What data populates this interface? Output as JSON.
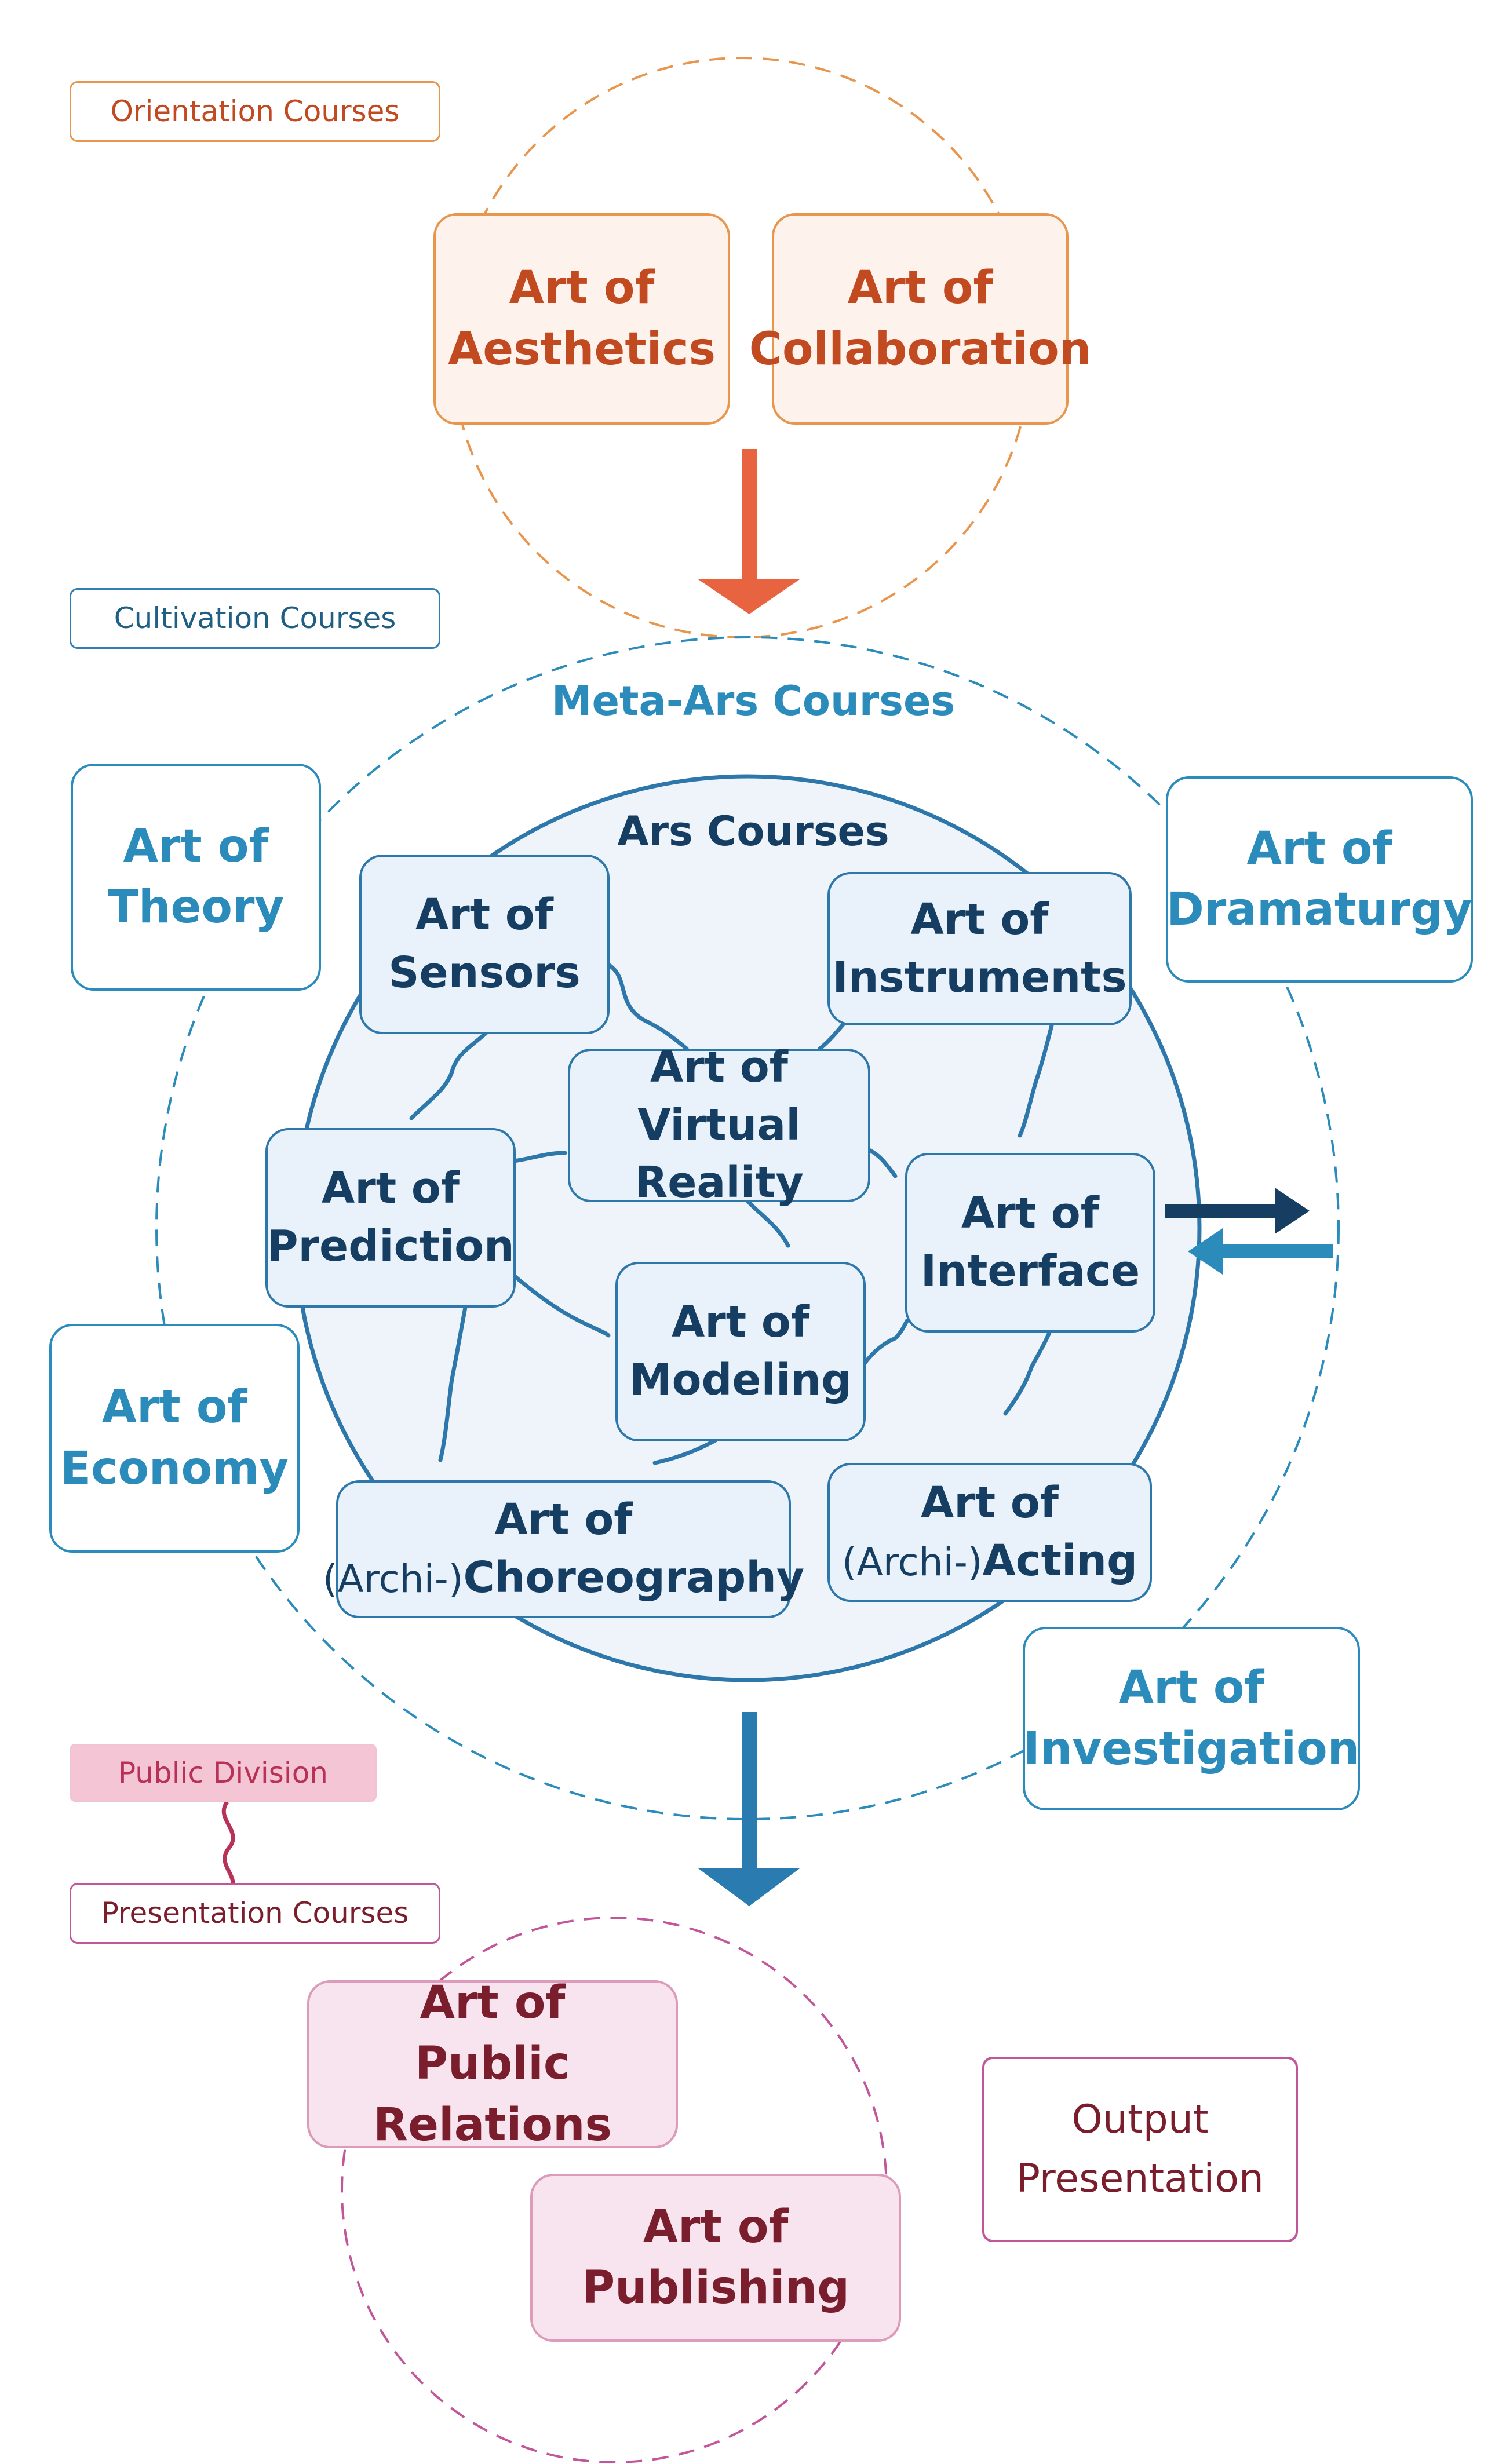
{
  "sections": {
    "orientation": "Orientation Courses",
    "cultivation": "Cultivation Courses",
    "public_division": "Public Division",
    "presentation": "Presentation Courses"
  },
  "circle_titles": {
    "meta_ars": "Meta-Ars Courses",
    "ars": "Ars Courses"
  },
  "orientation_courses": [
    {
      "line1": "Art of",
      "line2": "Aesthetics"
    },
    {
      "line1": "Art of",
      "line2": "Collaboration"
    }
  ],
  "meta_ars_courses": [
    {
      "line1": "Art of",
      "line2": "Theory"
    },
    {
      "line1": "Art of",
      "line2": "Dramaturgy"
    },
    {
      "line1": "Art of",
      "line2": "Economy"
    },
    {
      "line1": "Art of",
      "line2": "Investigation"
    }
  ],
  "ars_courses": [
    {
      "line1": "Art of",
      "line2": "Sensors"
    },
    {
      "line1": "Art of",
      "line2": "Instruments"
    },
    {
      "line1": "Art of",
      "line2": "Virtual Reality"
    },
    {
      "line1": "Art of",
      "line2": "Prediction"
    },
    {
      "line1": "Art of",
      "line2": "Interface"
    },
    {
      "line1": "Art of",
      "line2": "Modeling"
    },
    {
      "line1": "Art of",
      "line2_prefix": "(Archi-)",
      "line2": "Choreography"
    },
    {
      "line1": "Art of",
      "line2_prefix": "(Archi-)",
      "line2": "Acting"
    }
  ],
  "presentation_courses": [
    {
      "line1": "Art of",
      "line2": "Public Relations"
    },
    {
      "line1": "Art of",
      "line2": "Publishing"
    }
  ],
  "output": {
    "line1": "Output",
    "line2": "Presentation"
  },
  "colors": {
    "orange": "#e8954e",
    "arrow_red": "#e8633f",
    "teal": "#2b8cbc",
    "navy": "#163e62",
    "blue_line": "#2d77aa",
    "maroon": "#7a1e2e",
    "pink": "#dc9bbb"
  }
}
